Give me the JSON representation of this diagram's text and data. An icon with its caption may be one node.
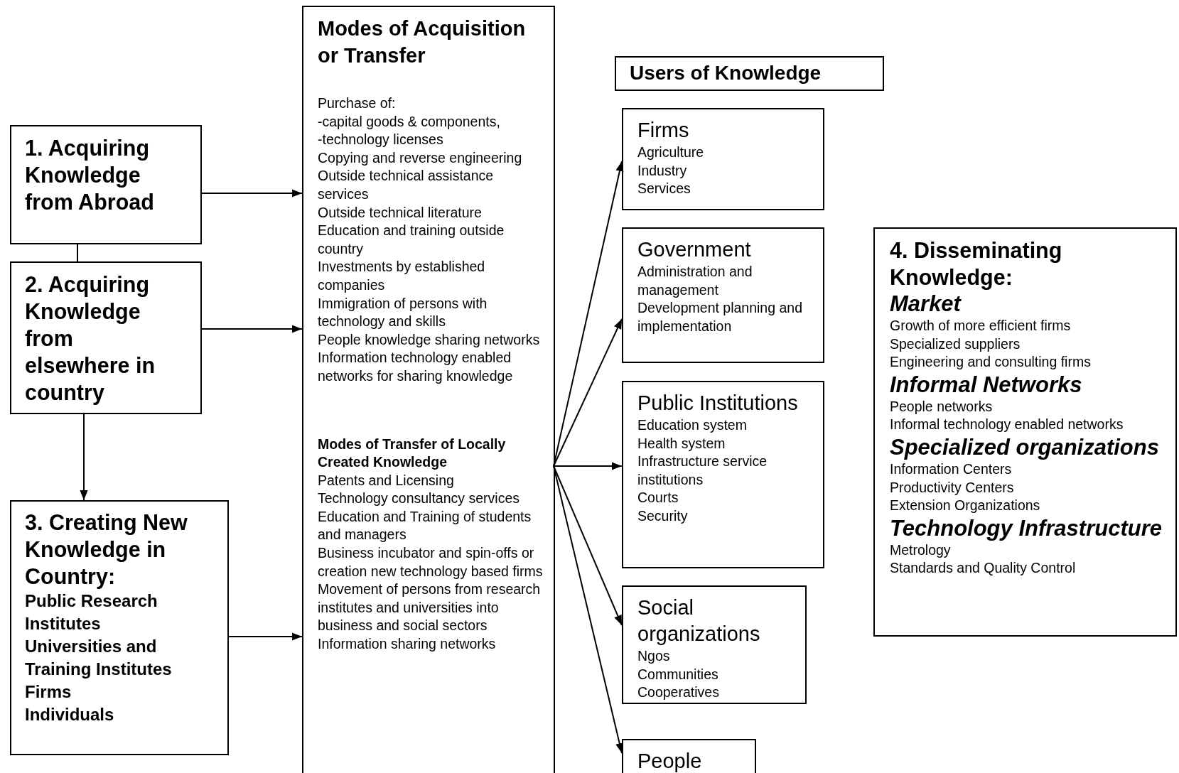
{
  "diagram": {
    "nodes": [
      {
        "text": [
          "1. Acquiring Knowledge from Abroad"
        ]
      },
      {
        "text": [
          "2. Acquiring Knowledge from elsewhere in country"
        ]
      },
      {
        "text": [
          "3. Creating New Knowledge in Country:",
          "Public Research Institutes",
          "Universities and Training Institutes",
          "Firms",
          "Individuals"
        ]
      },
      {
        "text": [
          "Modes of Acquisition or Transfer",
          "Purchase of:",
          "-capital goods & components,",
          "-technology licenses",
          "Copying and reverse engineering",
          "Outside technical assistance services",
          "Outside technical literature",
          "Education and training outside country",
          "Investments by established companies",
          "Immigration of persons with technology and skills",
          "People knowledge sharing networks",
          "Information technology enabled networks for sharing knowledge",
          "Modes of Transfer of Locally Created Knowledge",
          "Patents and Licensing",
          "Technology consultancy services",
          "Education and Training of students and managers",
          "Business incubator and spin-offs or creation new technology based firms",
          "Movement of persons from research institutes and universities into business and social sectors",
          "Information sharing networks"
        ]
      },
      {
        "text": [
          "Users of Knowledge"
        ]
      },
      {
        "text": [
          "Firms",
          "Agriculture",
          "Industry",
          "Services"
        ]
      },
      {
        "text": [
          "Government",
          "Administration and management",
          "Development planning and implementation"
        ]
      },
      {
        "text": [
          "Public Institutions",
          "Education system",
          "Health system",
          "Infrastructure service institutions",
          "Courts",
          "Security"
        ]
      },
      {
        "text": [
          "Social organizations",
          "Ngos",
          "Communities",
          "Cooperatives"
        ]
      },
      {
        "text": [
          "People"
        ]
      },
      {
        "text": [
          "4. Disseminating Knowledge:",
          "Market",
          "Growth of more efficient firms",
          "Specialized suppliers",
          "Engineering and consulting firms",
          "Informal Networks",
          "People networks",
          "Informal technology enabled networks",
          "Specialized organizations",
          "Information Centers",
          "Productivity Centers",
          "Extension Organizations",
          "Technology Infrastructure",
          "Metrology",
          "Standards and Quality Control"
        ]
      }
    ],
    "edges": [
      {
        "from": 0,
        "to": 3,
        "arrow": "to"
      },
      {
        "from": 1,
        "to": 3,
        "arrow": "to"
      },
      {
        "from": 2,
        "to": 3,
        "arrow": "to"
      },
      {
        "from": 0,
        "to": 1,
        "arrow": "none"
      },
      {
        "from": 1,
        "to": 2,
        "arrow": "to"
      },
      {
        "from": 3,
        "to": 5,
        "arrow": "to"
      },
      {
        "from": 3,
        "to": 6,
        "arrow": "to"
      },
      {
        "from": 3,
        "to": 7,
        "arrow": "to"
      },
      {
        "from": 3,
        "to": 8,
        "arrow": "to"
      },
      {
        "from": 3,
        "to": 9,
        "arrow": "to"
      }
    ]
  }
}
